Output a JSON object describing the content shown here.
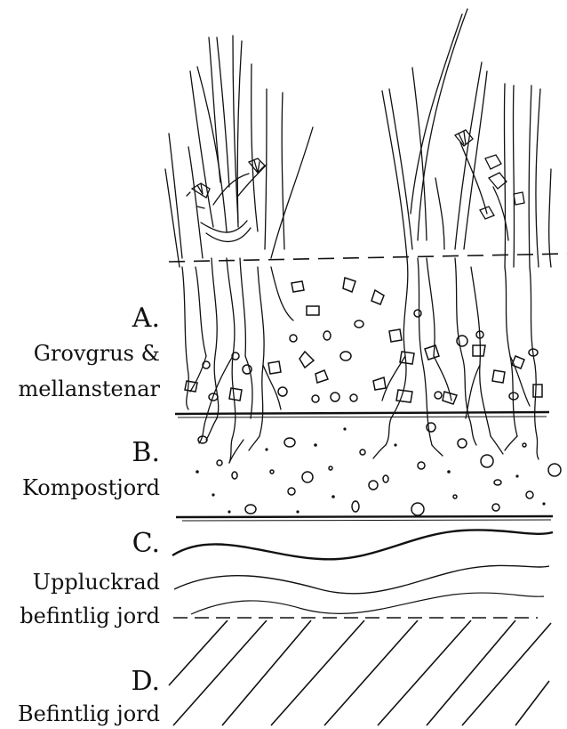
{
  "layers": [
    {
      "letter": "A.",
      "lines": [
        "Grovgrus &",
        "mellanstenar"
      ]
    },
    {
      "letter": "B.",
      "lines": [
        "Kompostjord"
      ]
    },
    {
      "letter": "C.",
      "lines": [
        "Uppluckrad",
        "befintlig jord"
      ]
    },
    {
      "letter": "D.",
      "lines": [
        "Befintlig jord"
      ]
    }
  ],
  "colors": {
    "ink": "#111111",
    "background": "#ffffff"
  }
}
